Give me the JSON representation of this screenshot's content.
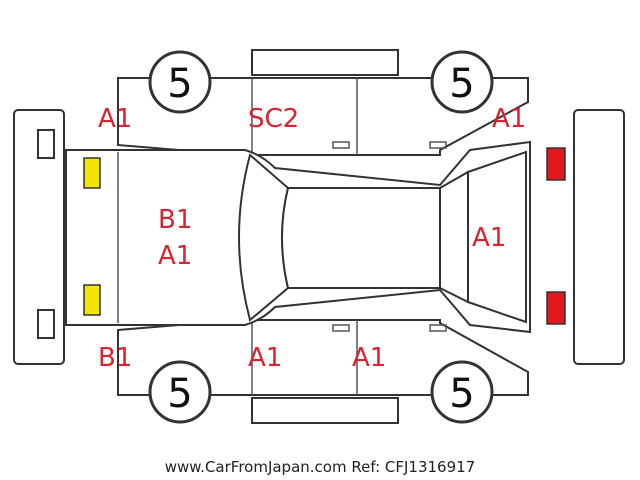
{
  "diagram": {
    "wheels": {
      "front_left": "5",
      "rear_left": "5",
      "front_right": "5",
      "rear_right": "5"
    },
    "codes": {
      "front_left_fender": "A1",
      "left_front_door": "SC2",
      "rear_left_fender": "A1",
      "hood_line1": "B1",
      "hood_line2": "A1",
      "trunk": "A1",
      "front_right_fender": "B1",
      "right_front_door": "A1",
      "right_rear_door": "A1"
    },
    "colors": {
      "code_text": "#d9232e",
      "front_lamps": "#f2e600",
      "rear_lamps": "#e0191e",
      "outline": "#333333"
    },
    "footer": "www.CarFromJapan.com Ref: CFJ1316917"
  }
}
